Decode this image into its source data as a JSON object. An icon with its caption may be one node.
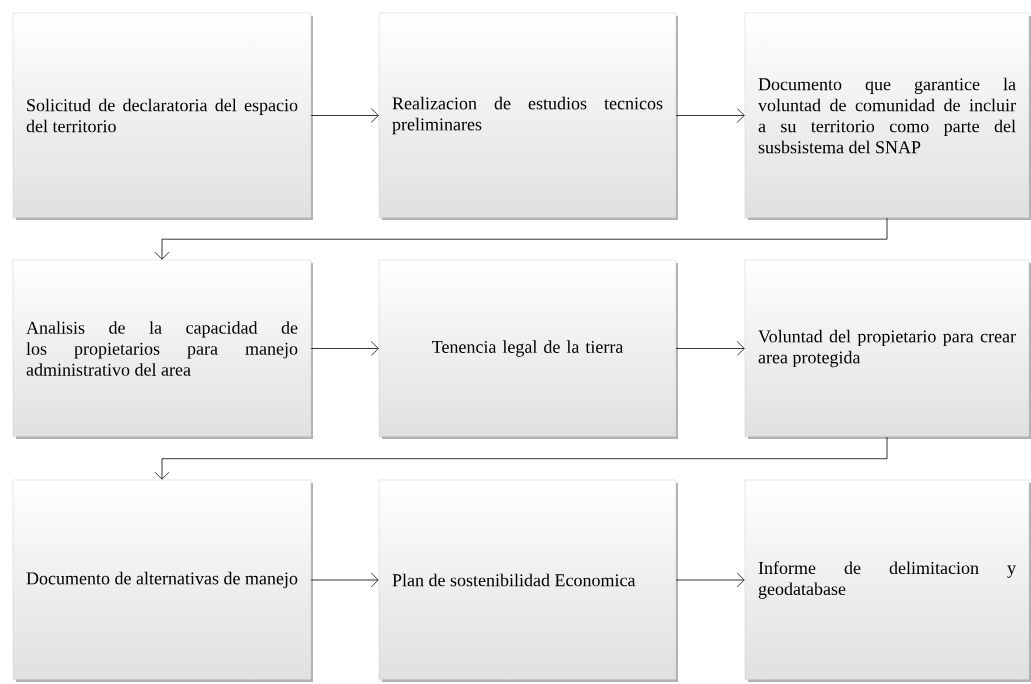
{
  "diagram": {
    "nodes": [
      {
        "text": [
          "Solicitud de declaratoria del espacio del territorio"
        ]
      },
      {
        "text": [
          "Realizacion de estudios tecnicos preliminares"
        ]
      },
      {
        "text": [
          "Documento que garantice la voluntad de comunidad de incluir a su territorio como parte del susbsistema del SNAP"
        ]
      },
      {
        "text": [
          "Analisis de la capacidad de los propietarios para manejo administrativo del area"
        ]
      },
      {
        "text": [
          "Tenencia legal de la tierra"
        ]
      },
      {
        "text": [
          "Voluntad del propietario para crear area protegida"
        ]
      },
      {
        "text": [
          "Documento de alternativas de manejo"
        ]
      },
      {
        "text": [
          "Plan de sostenibilidad Economica"
        ]
      },
      {
        "text": [
          "Informe de delimitacion y geodatabase"
        ]
      }
    ],
    "edges": [
      {
        "from": 0,
        "to": 1,
        "arrow": "to"
      },
      {
        "from": 1,
        "to": 2,
        "arrow": "to"
      },
      {
        "from": 2,
        "to": 3,
        "arrow": "to"
      },
      {
        "from": 3,
        "to": 4,
        "arrow": "to"
      },
      {
        "from": 4,
        "to": 5,
        "arrow": "to"
      },
      {
        "from": 5,
        "to": 6,
        "arrow": "to"
      },
      {
        "from": 6,
        "to": 7,
        "arrow": "to"
      },
      {
        "from": 7,
        "to": 8,
        "arrow": "to"
      }
    ]
  }
}
